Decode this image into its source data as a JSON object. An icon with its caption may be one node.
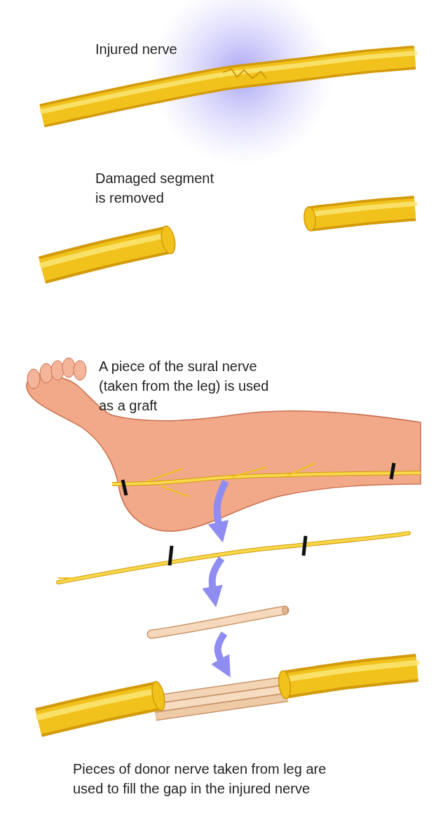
{
  "diagram": {
    "nodes": [
      {
        "text": [],
        "shape": "picture"
      },
      {
        "text": [],
        "shape": "picture"
      },
      {
        "text": [],
        "shape": "picture"
      },
      {
        "text": [],
        "shape": "picture"
      }
    ],
    "edges": [
      {
        "from": 0,
        "to": 1,
        "arrow": "to"
      },
      {
        "from": 1,
        "to": 2,
        "arrow": "to"
      },
      {
        "from": 2,
        "to": 3,
        "arrow": "to"
      }
    ],
    "labels": [
      "Injured nerve",
      "Damaged segment is removed",
      "A piece of the sural nerve (taken from the leg) is used as a graft",
      "Pieces of donor nerve taken from leg are used to fill the gap in the injured nerve"
    ]
  }
}
